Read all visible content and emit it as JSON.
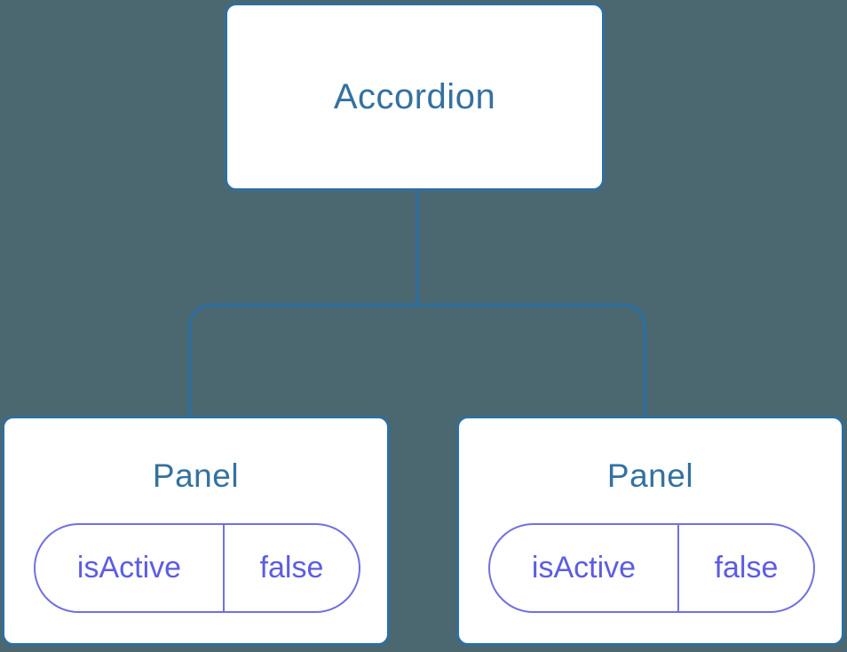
{
  "diagram": {
    "root_node": {
      "label": "Accordion"
    },
    "panel_nodes": [
      {
        "label": "Panel",
        "state_key": "isActive",
        "state_value": "false"
      },
      {
        "label": "Panel",
        "state_key": "isActive",
        "state_value": "false"
      }
    ],
    "colors": {
      "background": "#4b6770",
      "node_fill": "#ffffff",
      "node_border": "#2e6f9e",
      "node_text": "#35719f",
      "connector": "#2e6f9e",
      "state_border": "#7170df",
      "state_text": "#5c5ce4"
    }
  }
}
